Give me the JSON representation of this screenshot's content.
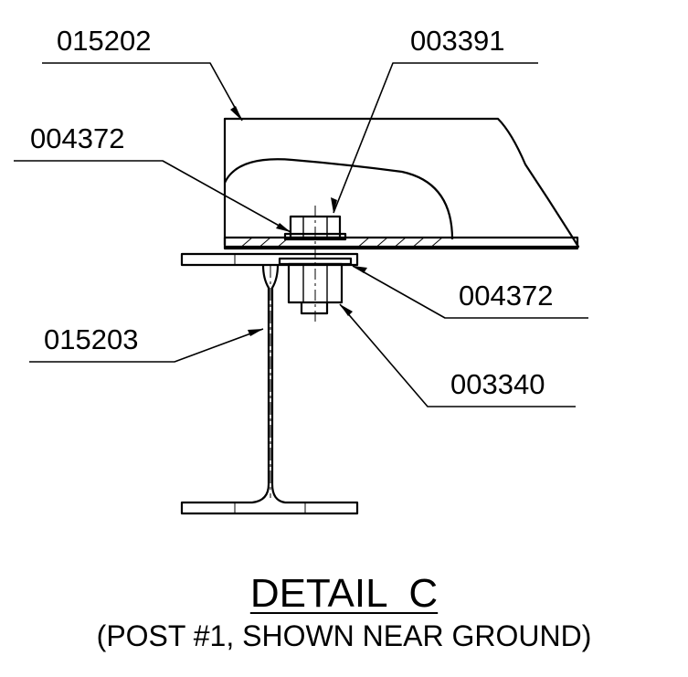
{
  "callouts": {
    "top_left": "015202",
    "top_right": "003391",
    "upper_left": "004372",
    "mid_right": "004372",
    "lower_left": "015203",
    "lower_right": "003340"
  },
  "title": {
    "main": "DETAIL  C",
    "sub": "(POST #1, SHOWN NEAR GROUND)"
  }
}
